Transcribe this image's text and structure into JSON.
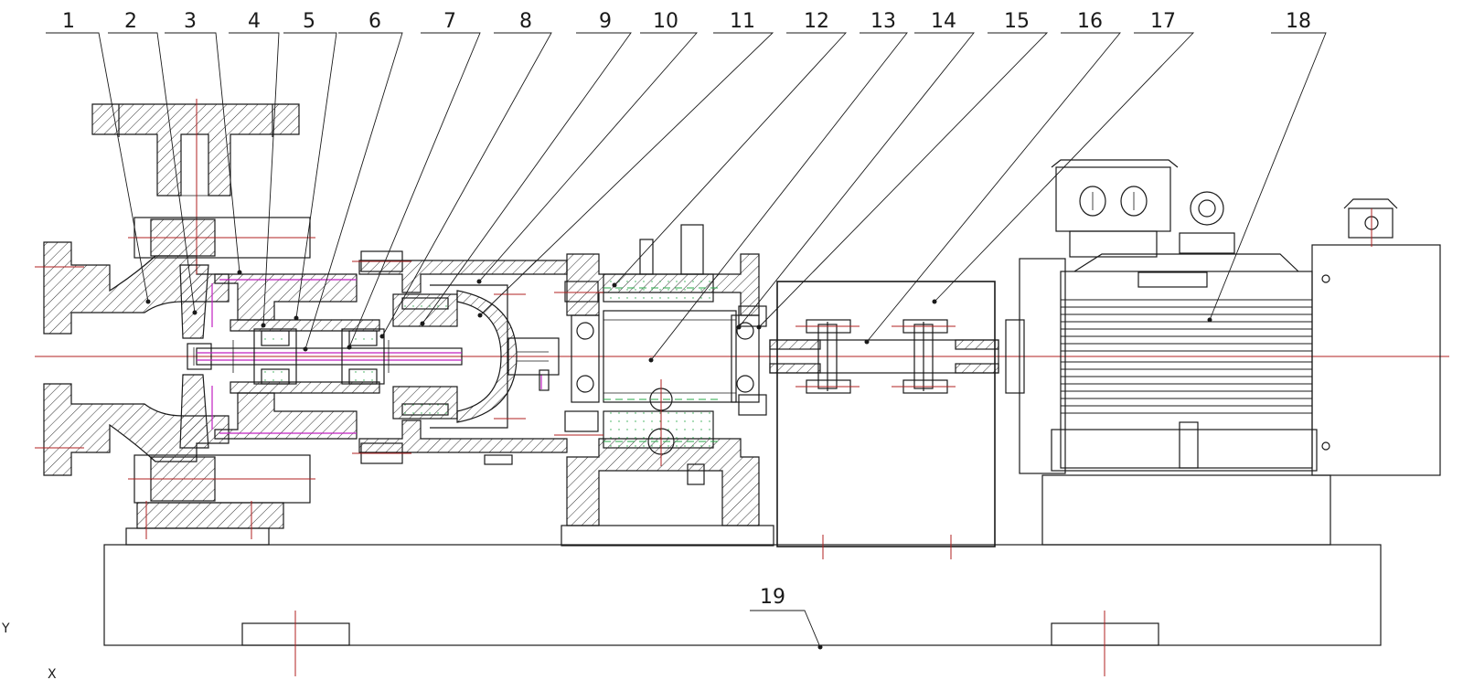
{
  "drawing": {
    "callouts": [
      "1",
      "2",
      "3",
      "4",
      "5",
      "6",
      "7",
      "8",
      "9",
      "10",
      "11",
      "12",
      "13",
      "14",
      "15",
      "16",
      "17",
      "18",
      "19"
    ],
    "ucs_axis": {
      "y_label": "Y",
      "x_label": "X"
    },
    "colors": {
      "outline": "#1a1a1a",
      "centerline": "#b02020",
      "hidden_line": "#2aa84a",
      "shaft_highlight": "#c020c0"
    }
  }
}
